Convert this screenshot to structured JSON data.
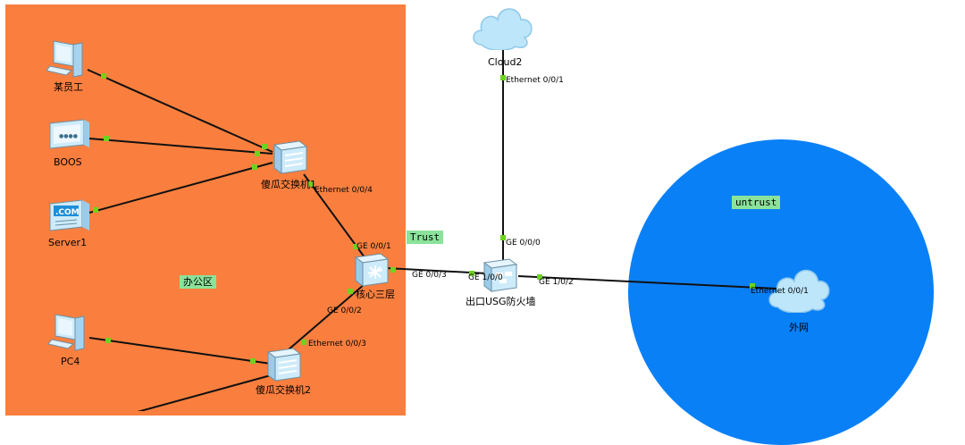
{
  "zones": {
    "office": "办公区",
    "trust": "Trust",
    "untrust": "untrust"
  },
  "devices": {
    "employee": "某员工",
    "boss": "BOOS",
    "server": "Server1",
    "pc4": "PC4",
    "switch1": "傻瓜交换机1",
    "switch2": "傻瓜交换机2",
    "core": "核心三层",
    "firewall": "出口USG防火墙",
    "cloud2": "Cloud2",
    "internet": "外网"
  },
  "ports": {
    "sw1_eth004": "Ethernet 0/0/4",
    "core_ge001": "GE 0/0/1",
    "core_ge002": "GE 0/0/2",
    "core_ge003": "GE 0/0/3",
    "sw2_eth003": "Ethernet 0/0/3",
    "fw_ge100": "GE 1/0/0",
    "fw_ge000": "GE 0/0/0",
    "fw_ge102": "GE 1/0/2",
    "cloud2_eth001": "Ethernet 0/0/1",
    "internet_eth001": "Ethernet 0/0/1"
  },
  "icons": {
    "server_text": ".COM"
  },
  "colors": {
    "office_zone": "#FA7F3E",
    "untrust_zone": "#0A80F7",
    "zone_tag": "#8BE39A",
    "port_dot": "#6ED21E",
    "link": "#111111",
    "device_face": "#CDEBFA",
    "cloud": "#BDE6FB"
  }
}
